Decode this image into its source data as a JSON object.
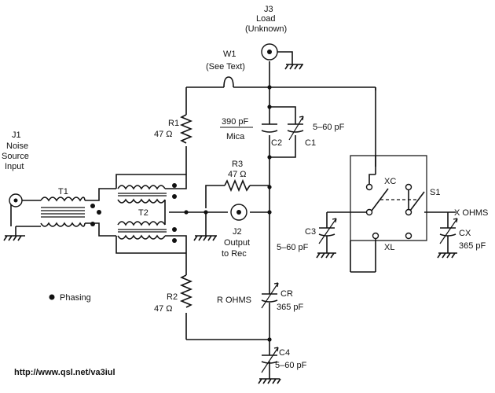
{
  "labels": {
    "j3_name": "J3",
    "j3_desc1": "Load",
    "j3_desc2": "(Unknown)",
    "w1_name": "W1",
    "w1_desc": "(See Text)",
    "c2_value": "390 pF",
    "c2_type": "Mica",
    "c2_name": "C2",
    "c1_value": "5–60 pF",
    "c1_name": "C1",
    "r1_name": "R1",
    "r1_value": "47 Ω",
    "r3_name": "R3",
    "r3_value": "47 Ω",
    "j1_name": "J1",
    "j1_desc1": "Noise",
    "j1_desc2": "Source",
    "j1_desc3": "Input",
    "t1_name": "T1",
    "t2_name": "T2",
    "j2_name": "J2",
    "j2_desc1": "Output",
    "j2_desc2": "to Rec",
    "c3_name": "C3",
    "c3_value": "5–60 pF",
    "xc_label": "XC",
    "xl_label": "XL",
    "s1_name": "S1",
    "x_ohms": "X OHMS",
    "cx_name": "CX",
    "cx_value": "365 pF",
    "phasing": "Phasing",
    "r2_name": "R2",
    "r2_value": "47 Ω",
    "r_ohms": "R OHMS",
    "cr_name": "CR",
    "cr_value": "365 pF",
    "c4_name": "C4",
    "c4_value": "5–60 pF",
    "url": "http://www.qsl.net/va3iul"
  }
}
